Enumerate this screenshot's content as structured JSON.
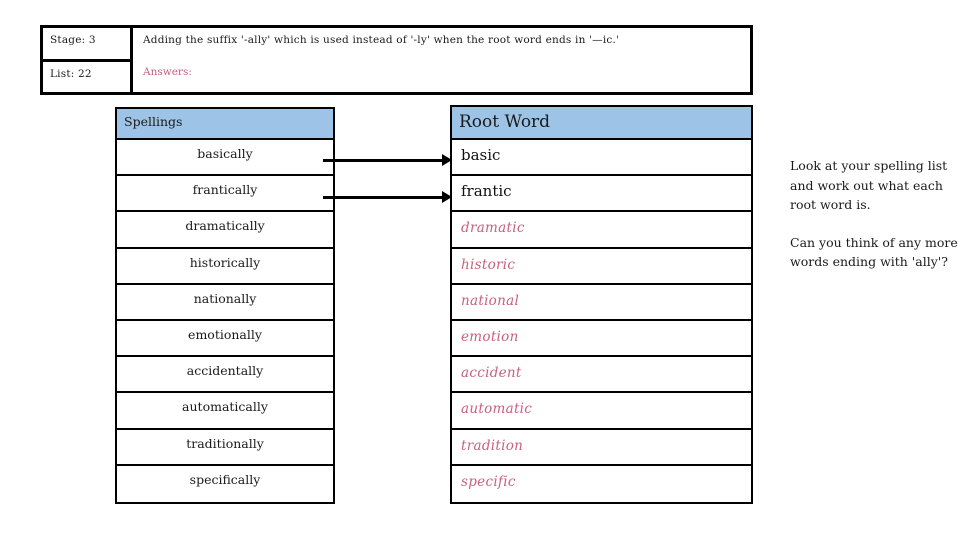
{
  "header": {
    "stage_label": "Stage: 3",
    "list_label": "List: 22",
    "description": "Adding the suffix '-ally' which is used instead of '-ly' when the root word ends in '—ic.'",
    "answers_label": "Answers:"
  },
  "spellings": {
    "header": "Spellings",
    "rows": [
      "basically",
      "frantically",
      "dramatically",
      "historically",
      "nationally",
      "emotionally",
      "accidentally",
      "automatically",
      "traditionally",
      "specifically"
    ]
  },
  "root": {
    "header": "Root Word",
    "rows": [
      "basic",
      "frantic",
      "dramatic",
      "historic",
      "national",
      "emotion",
      "accident",
      "automatic",
      "tradition",
      "specific"
    ]
  },
  "side_note": {
    "paragraph1": "Look at your spelling list and work out what each root word is.",
    "paragraph2": "Can you think of any more words ending with 'ally'?"
  },
  "colors": {
    "header_blue": "#9dc3e6",
    "answer_pink": "#c7617f",
    "border_black": "#000000"
  }
}
